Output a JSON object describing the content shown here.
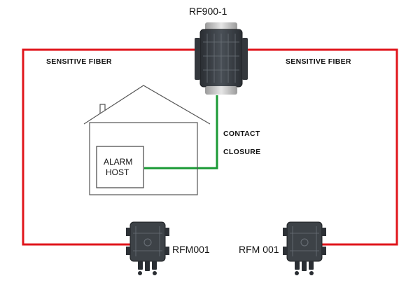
{
  "labels": {
    "top_device": "RF900-1",
    "sensitive_fiber_left": "SENSITIVE  FIBER",
    "sensitive_fiber_right": "SENSITIVE  FIBER",
    "contact": "CONTACT",
    "closure": "CLOSURE",
    "alarm_host_line1": "ALARM",
    "alarm_host_line2": "HOST",
    "left_module": "RFM001",
    "right_module": "RFM 001"
  },
  "colors": {
    "fiber_line": "#e0151b",
    "contact_line": "#1a9a35",
    "house_line": "#555555",
    "device_body": "#3a3f44",
    "device_accent": "#c8c8c8"
  },
  "icons": {
    "top_device": "fiber-closure-device-icon",
    "left_module": "fiber-module-box-icon",
    "right_module": "fiber-module-box-icon",
    "house": "house-icon"
  }
}
